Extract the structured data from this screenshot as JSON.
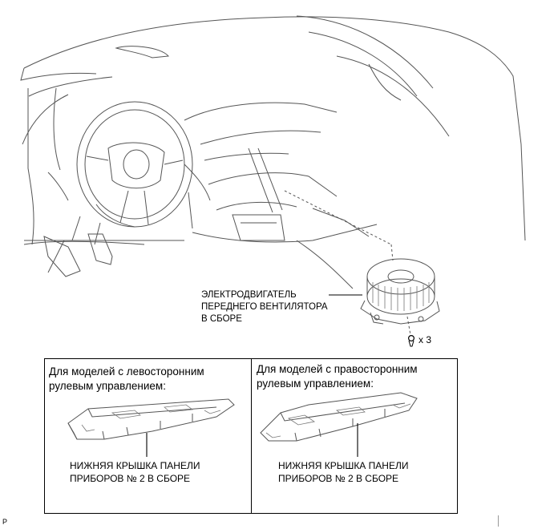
{
  "figure": {
    "blower_label_lines": [
      "ЭЛЕКТРОДВИГАТЕЛЬ",
      "ПЕРЕДНЕГО ВЕНТИЛЯТОРА",
      "В СБОРЕ"
    ],
    "screw_icon": "screw-icon",
    "screw_count": "x 3",
    "corner_mark": "P"
  },
  "panels": [
    {
      "heading_lines": [
        "Для моделей с левосторонним",
        "рулевым управлением:"
      ],
      "part_label_lines": [
        "НИЖНЯЯ КРЫШКА ПАНЕЛИ",
        "ПРИБОРОВ № 2 В СБОРЕ"
      ]
    },
    {
      "heading_lines": [
        "Для моделей с правосторонним",
        "рулевым управлением:"
      ],
      "part_label_lines": [
        "НИЖНЯЯ КРЫШКА ПАНЕЛИ",
        "ПРИБОРОВ № 2 В СБОРЕ"
      ]
    }
  ]
}
